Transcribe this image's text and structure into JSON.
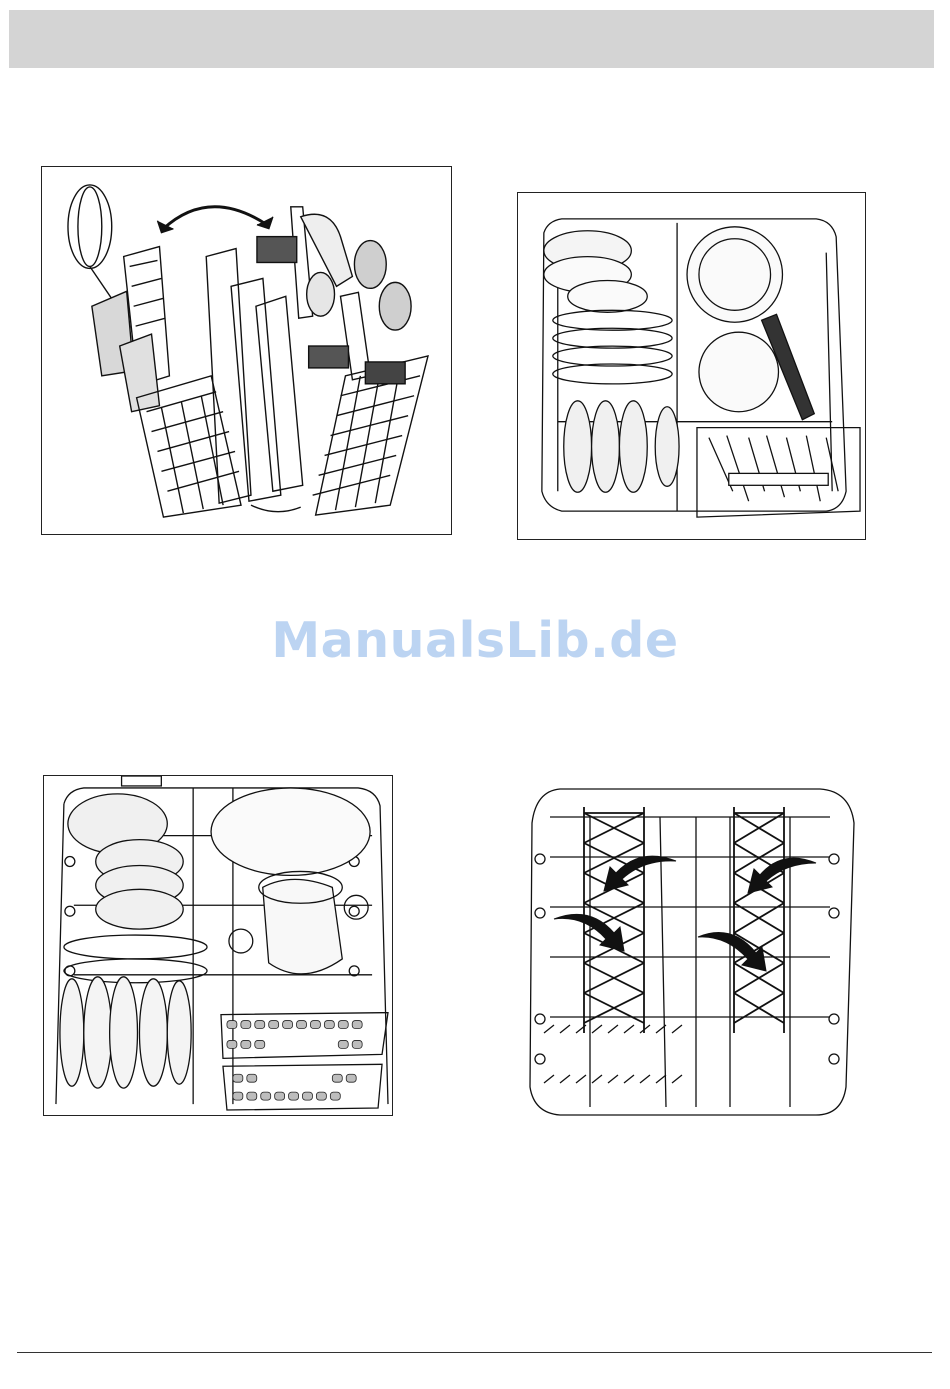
{
  "watermark": {
    "text": "ManualsLib.de",
    "color": "#bcd4f2"
  },
  "header": {
    "color": "#d4d4d4"
  },
  "figures": [
    {
      "id": "cutlery-basket",
      "icon": "cutlery-basket-illustration"
    },
    {
      "id": "upper-rack-loaded",
      "icon": "upper-rack-illustration"
    },
    {
      "id": "lower-rack-loaded",
      "icon": "lower-rack-illustration"
    },
    {
      "id": "lower-rack-folding-tines",
      "icon": "folding-tines-illustration"
    }
  ]
}
